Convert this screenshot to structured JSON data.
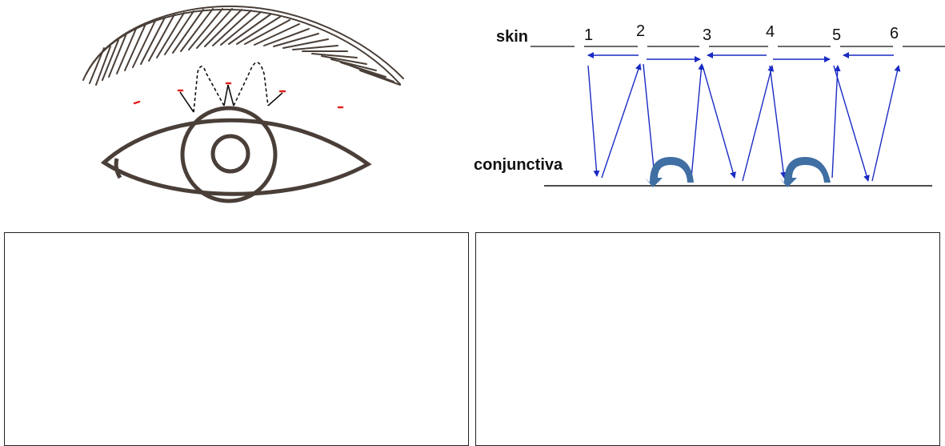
{
  "diagram": {
    "skin_label": "skin",
    "conjunctiva_label": "conjunctiva",
    "numbers": [
      "1",
      "2",
      "3",
      "4",
      "5",
      "6"
    ]
  },
  "colors": {
    "arrow": "#1a2bc4",
    "curved_arrow": "#3f6fa3",
    "eye_outline": "#4a3f38",
    "marker": "#e0201c"
  },
  "photos": [
    {
      "id": "photo-left",
      "content": ""
    },
    {
      "id": "photo-right",
      "content": ""
    }
  ]
}
